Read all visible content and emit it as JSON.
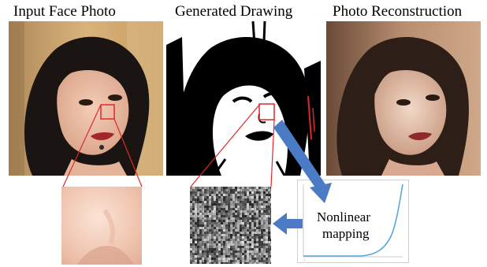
{
  "titles": {
    "input": "Input Face Photo",
    "drawing": "Generated Drawing",
    "reconstruction": "Photo Reconstruction"
  },
  "mapping": {
    "line1": "Nonlinear",
    "line2": "mapping"
  },
  "colors": {
    "highlight": "#e0262a",
    "arrow": "#4a7bc4",
    "curve": "#5aa7d8"
  }
}
